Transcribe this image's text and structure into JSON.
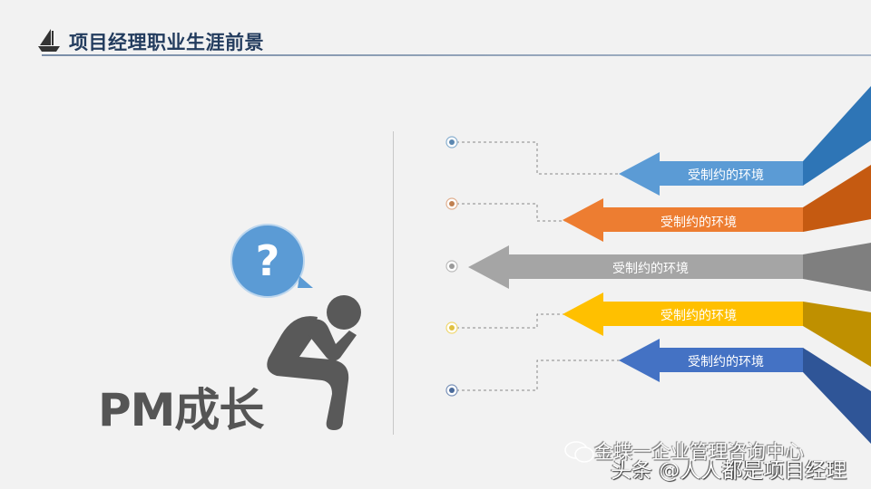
{
  "header": {
    "title": "项目经理职业生涯前景",
    "logo_icon": "sailboat-icon"
  },
  "left": {
    "headline": "PM成长",
    "bubble_symbol": "?",
    "figure_icon": "thinking-person-icon"
  },
  "arrows": [
    {
      "label": "受制约的环境",
      "color": "#5b9bd5",
      "dark": "#2e75b6",
      "dot": "#5b87b0"
    },
    {
      "label": "受制约的环境",
      "color": "#ed7d31",
      "dark": "#c55a11",
      "dot": "#c08050"
    },
    {
      "label": "受制约的环境",
      "color": "#a5a5a5",
      "dark": "#7f7f7f",
      "dot": "#9a9a9a"
    },
    {
      "label": "受制约的环境",
      "color": "#ffc000",
      "dark": "#bf9000",
      "dot": "#e0c040"
    },
    {
      "label": "受制约的环境",
      "color": "#4472c4",
      "dark": "#2f5597",
      "dot": "#4a6a9a"
    }
  ],
  "watermark": {
    "line1": "金蝶一企业管理咨询中心",
    "line2": "头条 @人人都是项目经理",
    "icon": "wechat-icon"
  }
}
